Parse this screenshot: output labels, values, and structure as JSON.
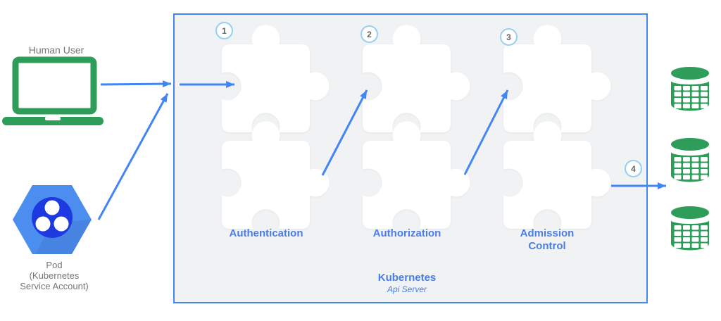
{
  "actors": {
    "human": {
      "label": "Human User",
      "icon": "laptop-icon"
    },
    "pod": {
      "label_line1": "Pod",
      "label_line2": "(Kubernetes",
      "label_line3": "Service Account)",
      "icon": "pod-hexagon-icon"
    }
  },
  "api_server_box": {
    "caption_title": "Kubernetes",
    "caption_subtitle": "Api Server",
    "module_icon": "puzzle-piece-icon",
    "modules": [
      {
        "step": "1",
        "label": "Authentication"
      },
      {
        "step": "2",
        "label": "Authorization"
      },
      {
        "step": "3",
        "label": "Admission Control"
      }
    ]
  },
  "flow": {
    "exit_step": "4"
  },
  "datastores": {
    "count": 3,
    "icon": "database-cylinder-icon"
  },
  "colors": {
    "green": "#2e9d59",
    "arrow_blue": "#4285f4",
    "box_border_blue": "#4285f4",
    "box_fill": "#f1f2f3",
    "label_blue": "#4a7de8",
    "badge_border": "#97d0f2",
    "badge_text": "#666666",
    "muted_text": "#757575",
    "pod_hex_blue": "#4c8df0",
    "pod_core_blue": "#1c3ae0",
    "puzzle_white": "#ffffff"
  }
}
